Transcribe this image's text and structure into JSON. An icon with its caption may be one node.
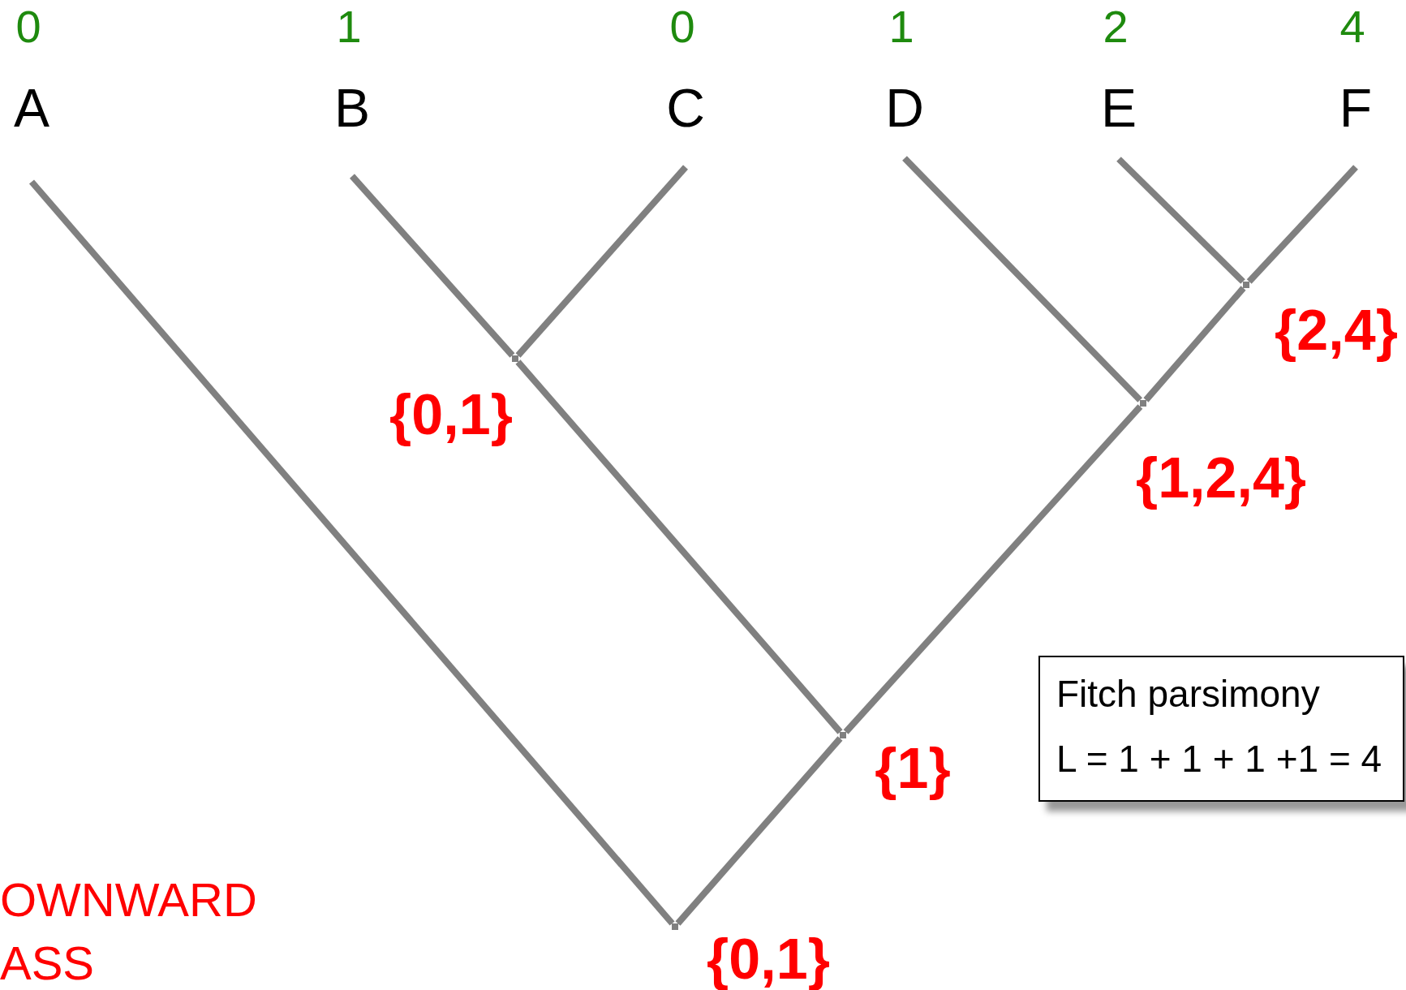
{
  "diagram": {
    "nodes": [
      {
        "text": [
          "A"
        ],
        "beside": [
          "0"
        ]
      },
      {
        "text": [
          "B"
        ],
        "beside": [
          "1"
        ]
      },
      {
        "text": [
          "C"
        ],
        "beside": [
          "0"
        ]
      },
      {
        "text": [
          "D"
        ],
        "beside": [
          "1"
        ]
      },
      {
        "text": [
          "E"
        ],
        "beside": [
          "2"
        ]
      },
      {
        "text": [
          "F"
        ],
        "beside": [
          "4"
        ]
      },
      {
        "text": [],
        "shape": "point",
        "beside": [
          "{0,1}"
        ]
      },
      {
        "text": [],
        "shape": "point",
        "beside": [
          "{2,4}"
        ]
      },
      {
        "text": [],
        "shape": "point",
        "beside": [
          "{1,2,4}"
        ]
      },
      {
        "text": [],
        "shape": "point",
        "beside": [
          "{1}"
        ]
      },
      {
        "text": [],
        "shape": "point",
        "beside": [
          "{0,1}"
        ]
      },
      {
        "text": [
          "Fitch parsimony",
          "L = 1 + 1 + 1 +1 = 4"
        ]
      }
    ],
    "edges": [
      {
        "from": 10,
        "to": 0,
        "arrow": "none"
      },
      {
        "from": 10,
        "to": 9,
        "arrow": "none"
      },
      {
        "from": 9,
        "to": 6,
        "arrow": "none"
      },
      {
        "from": 9,
        "to": 8,
        "arrow": "none"
      },
      {
        "from": 6,
        "to": 1,
        "arrow": "none"
      },
      {
        "from": 6,
        "to": 2,
        "arrow": "none"
      },
      {
        "from": 8,
        "to": 3,
        "arrow": "none"
      },
      {
        "from": 8,
        "to": 7,
        "arrow": "none"
      },
      {
        "from": 7,
        "to": 4,
        "arrow": "none"
      },
      {
        "from": 7,
        "to": 5,
        "arrow": "none"
      }
    ],
    "labels": [
      "OWNWARD ASS"
    ]
  }
}
